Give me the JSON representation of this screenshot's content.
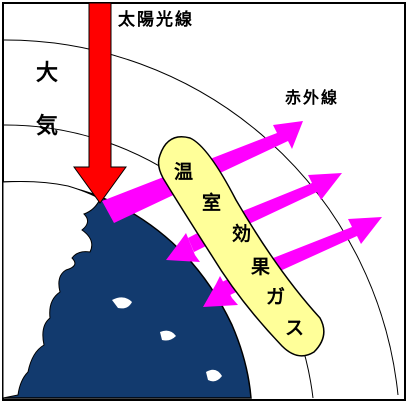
{
  "labels": {
    "sunlight": "太陽光線",
    "atmosphere": [
      "大",
      "気"
    ],
    "infrared": "赤外線",
    "greenhouse_gas": [
      "温",
      "室",
      "効",
      "果",
      "ガ",
      "ス"
    ]
  },
  "colors": {
    "background": "#ffffff",
    "earth": "#123a6e",
    "land": "#ffffff",
    "sunlight_arrow": "#ff0000",
    "infrared_arrows": "#ff00ff",
    "greenhouse_band": "#ffff99",
    "outline": "#000000"
  }
}
